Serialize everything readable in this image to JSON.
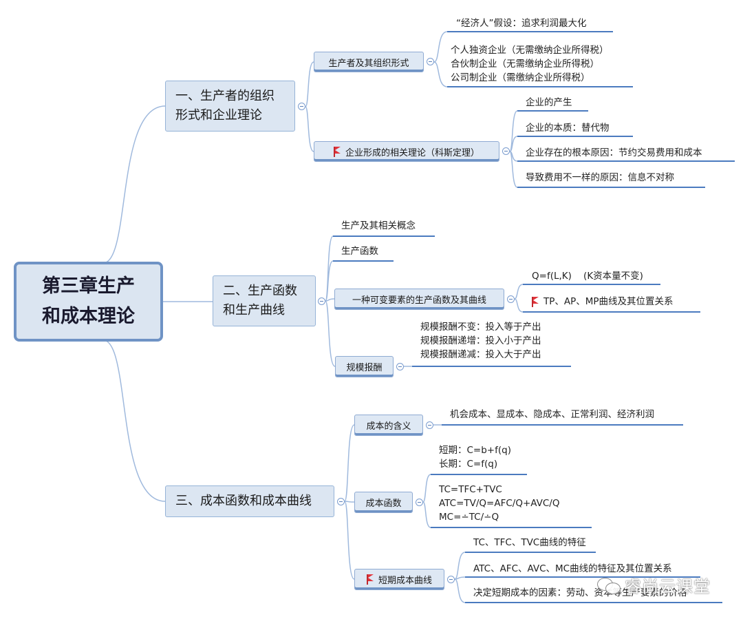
{
  "root": {
    "line1": "第三章生产",
    "line2": "和成本理论"
  },
  "branches": {
    "b1": {
      "line1": "一、生产者的组织",
      "line2": "形式和企业理论",
      "c1": {
        "label": "生产者及其组织形式",
        "leaf1": "“经济人”假设：追求利润最大化",
        "leaf2": [
          "个人独资企业（无需缴纳企业所得税）",
          "合伙制企业（无需缴纳企业所得税）",
          "公司制企业（需缴纳企业所得税）"
        ]
      },
      "c2": {
        "label": "企业形成的相关理论（科斯定理）",
        "leaves": [
          "企业的产生",
          "企业的本质：替代物",
          "企业存在的根本原因：节约交易费用和成本",
          "导致费用不一样的原因：信息不对称"
        ]
      }
    },
    "b2": {
      "line1": "二、生产函数",
      "line2": "和生产曲线",
      "leaf1": "生产及其相关概念",
      "leaf2": "生产函数",
      "c1": {
        "label": "一种可变要素的生产函数及其曲线",
        "leaf1": "Q=f(L,K)    (K资本量不变)",
        "leaf2": "TP、AP、MP曲线及其位置关系"
      },
      "c2": {
        "label": "规模报酬",
        "leaves": [
          "规模报酬不变：投入等于产出",
          "规模报酬递增：投入小于产出",
          "规模报酬递减：投入大于产出"
        ]
      }
    },
    "b3": {
      "label": "三、成本函数和成本曲线",
      "c1": {
        "label": "成本的含义",
        "leaf": "机会成本、显成本、隐成本、正常利润、经济利润"
      },
      "c2": {
        "label": "成本函数",
        "leafA": [
          "短期：C=b+f(q)",
          "长期：C=f(q)"
        ],
        "leafB": [
          "TC=TFC+TVC",
          "ATC=TV/Q=AFC/Q+AVC/Q",
          "MC=∸TC/∸Q"
        ]
      },
      "c3": {
        "label": "短期成本曲线",
        "leaves": [
          "TC、TFC、TVC曲线的特征",
          "ATC、AFC、AVC、MC曲线的特征及其位置关系",
          "决定短期成本的因素：劳动、资本等生产要素的价格"
        ]
      }
    }
  },
  "watermark": "睿尚云课堂",
  "colors": {
    "line": "#9fb9dd",
    "underline": "#4a7abf",
    "node_fill": "#dce6f2",
    "node_border": "#95b3d7",
    "flag": "#e1343b"
  }
}
